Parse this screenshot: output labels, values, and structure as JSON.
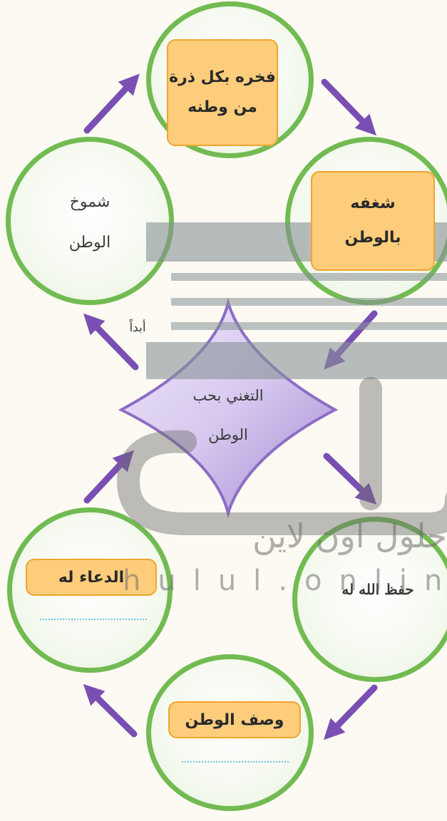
{
  "diagram": {
    "center": {
      "line1": "التغني بحب",
      "line2": "الوطن"
    },
    "nodes": [
      {
        "id": "top",
        "lines": [
          "فخره بكل ذرة",
          "من وطنه"
        ],
        "boxed": true
      },
      {
        "id": "upper-right",
        "lines": [
          "شغفه",
          "بالوطن"
        ],
        "boxed": true
      },
      {
        "id": "upper-left",
        "lines": [
          "شموخ",
          "الوطن"
        ],
        "boxed": false
      },
      {
        "id": "lower-right",
        "lines": [
          "حفظ الله له"
        ],
        "boxed": false
      },
      {
        "id": "lower-left",
        "lines": [
          "الدعاء له"
        ],
        "boxed": true
      },
      {
        "id": "bottom",
        "lines": [
          "وصف الوطن"
        ],
        "boxed": true
      }
    ],
    "arrow_label": "أبداً"
  },
  "watermark": {
    "arabic": "حلول اون لاين",
    "latin": "hulul.online"
  },
  "colors": {
    "circle_border": "#72bb52",
    "box_fill": "#fdcd7c",
    "box_border": "#f0a52d",
    "arrow": "#7a4fb3",
    "diamond": "#b9a6de"
  }
}
